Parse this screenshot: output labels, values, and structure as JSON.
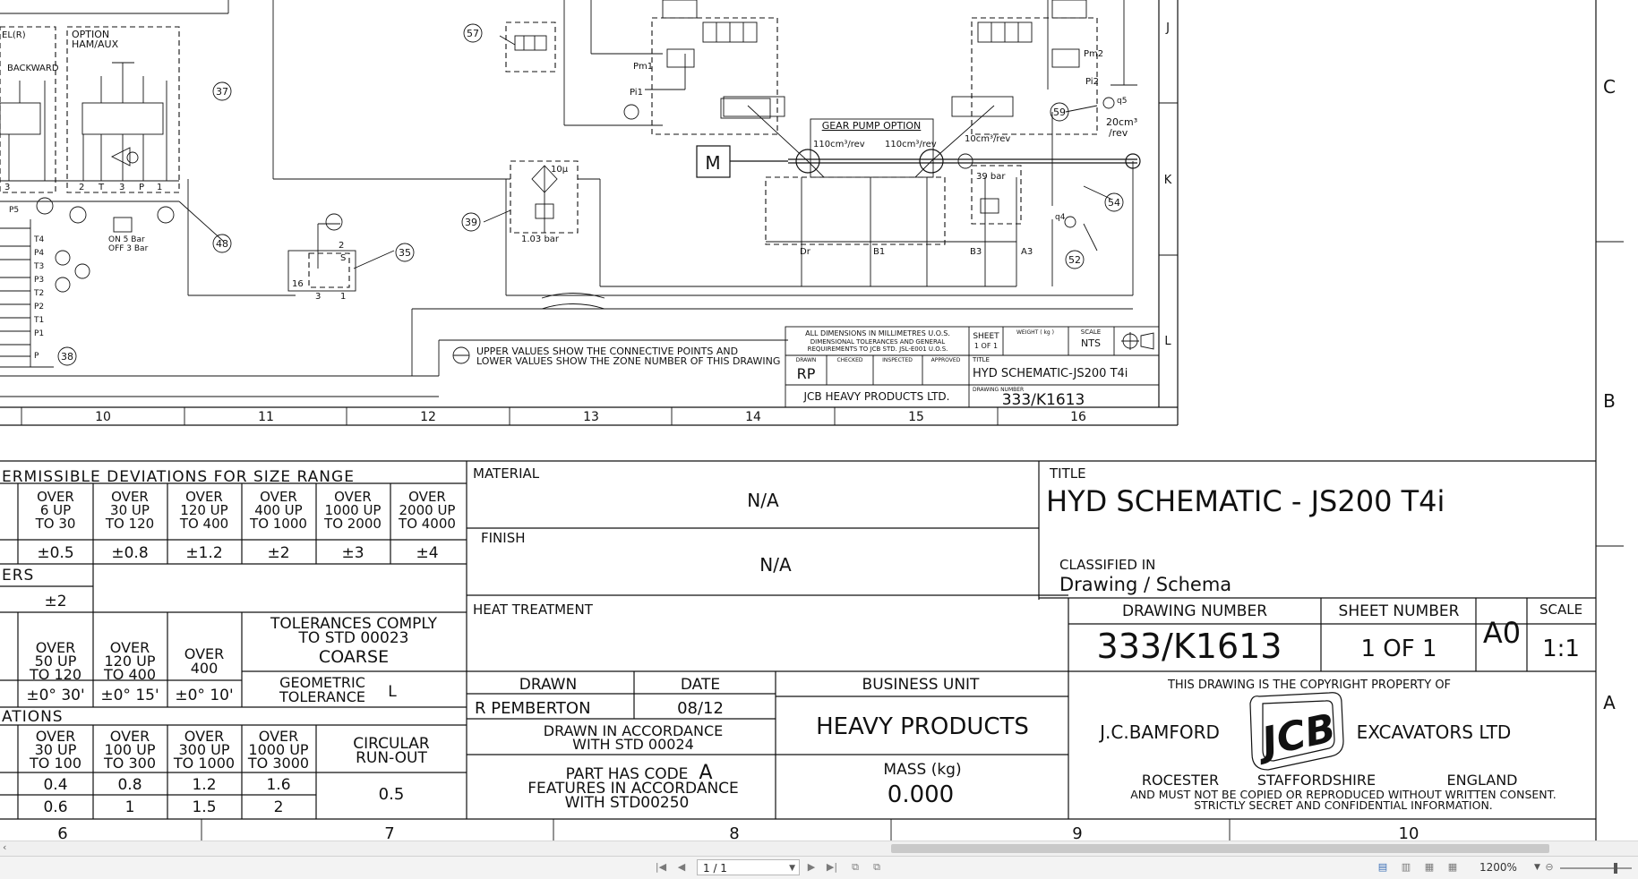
{
  "schematic": {
    "grid_rows": [
      "J",
      "K",
      "L"
    ],
    "grid_cols": [
      "10",
      "11",
      "12",
      "13",
      "14",
      "15",
      "16"
    ],
    "callouts": [
      "57",
      "37",
      "48",
      "39",
      "35",
      "38",
      "59",
      "54",
      "52"
    ],
    "labels": {
      "option": "OPTION",
      "ham_aux": "HAM/AUX",
      "el_r": "EL(R)",
      "backward": "BACKWARD",
      "gear_pump_option": "GEAR PUMP OPTION",
      "disp_left": "110cm³/rev",
      "disp_right": "110cm³/rev",
      "disp_small": "10cm³/rev",
      "disp_20": "20cm³",
      "per_rev": "/rev",
      "filter": "10μ",
      "bar_103": "1.03 bar",
      "bar_39": "39 bar",
      "motor": "M",
      "on_off_1": "ON 5 Bar",
      "on_off_2": "OFF 3 Bar",
      "pm1": "Pm1",
      "pm2": "Pm2",
      "pi1": "Pi1",
      "pi2": "Pi2",
      "p5": "P5",
      "ports": [
        "Dr",
        "B1",
        "B3",
        "A3"
      ],
      "q4": "q4",
      "q5": "q5",
      "pins": [
        "T4",
        "P4",
        "T3",
        "P3",
        "T2",
        "P2",
        "T1",
        "P1",
        "P"
      ],
      "valve_16": "16",
      "valve_ports": [
        "2",
        "3",
        "1"
      ],
      "port_s": "S"
    },
    "note_line1": "UPPER VALUES SHOW THE CONNECTIVE POINTS AND",
    "note_line2": "LOWER VALUES SHOW THE ZONE NUMBER OF THIS DRAWING",
    "mini_block": {
      "dims_line1": "ALL DIMENSIONS IN MILLIMETRES U.O.S.",
      "dims_line2": "DIMENSIONAL TOLERANCES AND GENERAL",
      "dims_line3": "REQUIREMENTS TO JCB STD. JSL-E001 U.O.S.",
      "sheet_label": "SHEET",
      "sheet_value": "1 OF 1",
      "weight_label": "WEIGHT ( kg )",
      "scale_label": "SCALE",
      "scale_value": "NTS",
      "drawn": "DRAWN",
      "checked": "CHECKED",
      "inspected": "INSPECTED",
      "approved": "APPROVED",
      "initials": "RP",
      "title_label": "TITLE",
      "title_value": "HYD SCHEMATIC-JS200 T4i",
      "company": "JCB HEAVY PRODUCTS LTD.",
      "drg_no_label": "DRAWING NUMBER",
      "drg_no_value": "333/K1613"
    }
  },
  "outer_frame": {
    "right_letters": [
      "C",
      "B",
      "A"
    ],
    "bottom_cols": [
      "6",
      "7",
      "8",
      "9",
      "10"
    ]
  },
  "tolerance_table": {
    "heading": "ERMISSIBLE DEVIATIONS FOR SIZE RANGE",
    "linear_ranges": [
      "OVER 6 UP TO 30",
      "OVER 30 UP TO 120",
      "OVER 120 UP TO 400",
      "OVER 400 UP TO 1000",
      "OVER 1000 UP TO 2000",
      "OVER 2000 UP TO 4000"
    ],
    "linear_values": [
      "±0.5",
      "±0.8",
      "±1.2",
      "±2",
      "±3",
      "±4"
    ],
    "ers_label": "ERS",
    "ers_value": "±2",
    "angular_ranges": [
      "OVER 50 UP TO 120",
      "OVER 120 UP TO 400",
      "OVER 400"
    ],
    "angular_values": [
      "±0° 30'",
      "±0° 15'",
      "±0° 10'"
    ],
    "comply_line1": "TOLERANCES COMPLY",
    "comply_line2": "TO STD 00023",
    "comply_line3": "COARSE",
    "geo_line1": "GEOMETRIC",
    "geo_line2": "TOLERANCE",
    "geo_value": "L",
    "ations_label": "ATIONS",
    "geo_ranges": [
      "OVER 30 UP TO 100",
      "OVER 100 UP TO 300",
      "OVER 300 UP TO 1000",
      "OVER 1000 UP TO 3000"
    ],
    "geo_row1": [
      "0.4",
      "0.8",
      "1.2",
      "1.6"
    ],
    "geo_row2": [
      "0.6",
      "1",
      "1.5",
      "2"
    ],
    "runout_line1": "CIRCULAR",
    "runout_line2": "RUN-OUT",
    "runout_value": "0.5"
  },
  "title_block": {
    "material_label": "MATERIAL",
    "material_value": "N/A",
    "finish_label": "FINISH",
    "finish_value": "N/A",
    "heat_label": "HEAT TREATMENT",
    "title_label": "TITLE",
    "title_value": "HYD SCHEMATIC - JS200 T4i",
    "classified_label": "CLASSIFIED IN",
    "classified_value": "Drawing / Schema",
    "drawing_number_label": "DRAWING NUMBER",
    "drawing_number_value": "333/K1613",
    "sheet_number_label": "SHEET NUMBER",
    "sheet_number_value": "1 OF 1",
    "size_value": "A0",
    "scale_label": "SCALE",
    "scale_value": "1:1",
    "drawn_label": "DRAWN",
    "date_label": "DATE",
    "drawn_value": "R PEMBERTON",
    "date_value": "08/12",
    "business_unit_label": "BUSINESS UNIT",
    "business_unit_value": "HEAVY PRODUCTS",
    "accordance_line1": "DRAWN IN ACCORDANCE",
    "accordance_line2": "WITH STD 00024",
    "part_code_line1": "PART HAS CODE",
    "part_code_value": "A",
    "part_code_line2": "FEATURES IN ACCORDANCE",
    "part_code_line3": "WITH STD00250",
    "mass_label": "MASS (kg)",
    "mass_value": "0.000",
    "copyright_line": "THIS DRAWING IS THE COPYRIGHT PROPERTY OF",
    "company_left": "J.C.BAMFORD",
    "logo_text": "JCB",
    "company_right": "EXCAVATORS LTD",
    "loc_1": "ROCESTER",
    "loc_2": "STAFFORDSHIRE",
    "loc_3": "ENGLAND",
    "notice_line1": "AND MUST NOT BE COPIED OR REPRODUCED WITHOUT WRITTEN CONSENT.",
    "notice_line2": "STRICTLY SECRET AND CONFIDENTIAL INFORMATION."
  },
  "viewer": {
    "page_indicator": "1 / 1",
    "zoom": "1200%"
  }
}
